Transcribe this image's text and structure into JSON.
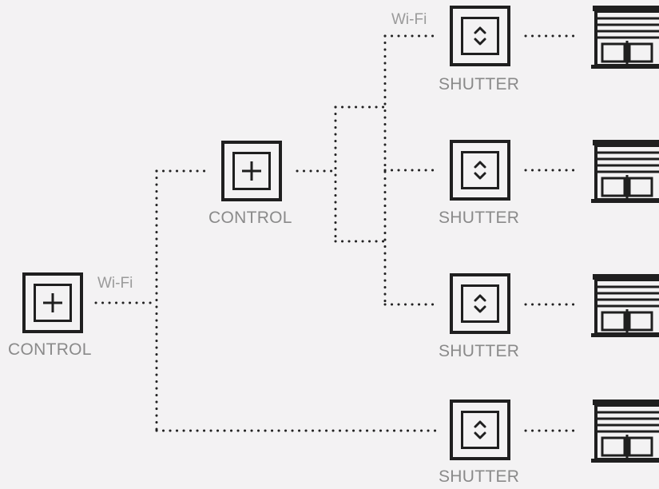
{
  "colors": {
    "background": "#f3f2f3",
    "line": "#1f1f1f",
    "label": "#8a8a8a"
  },
  "control_main": {
    "label": "CONTROL",
    "wifi_label": "Wi-Fi",
    "icon": "plus-icon"
  },
  "control_secondary": {
    "label": "CONTROL",
    "icon": "plus-icon"
  },
  "shutters": [
    {
      "label": "SHUTTER",
      "wifi_label": "Wi-Fi",
      "icon": "up-down-chevron-icon",
      "device_icon": "roller-shutter-icon"
    },
    {
      "label": "SHUTTER",
      "icon": "up-down-chevron-icon",
      "device_icon": "roller-shutter-icon"
    },
    {
      "label": "SHUTTER",
      "icon": "up-down-chevron-icon",
      "device_icon": "roller-shutter-icon"
    },
    {
      "label": "SHUTTER",
      "icon": "up-down-chevron-icon",
      "device_icon": "roller-shutter-icon"
    }
  ]
}
